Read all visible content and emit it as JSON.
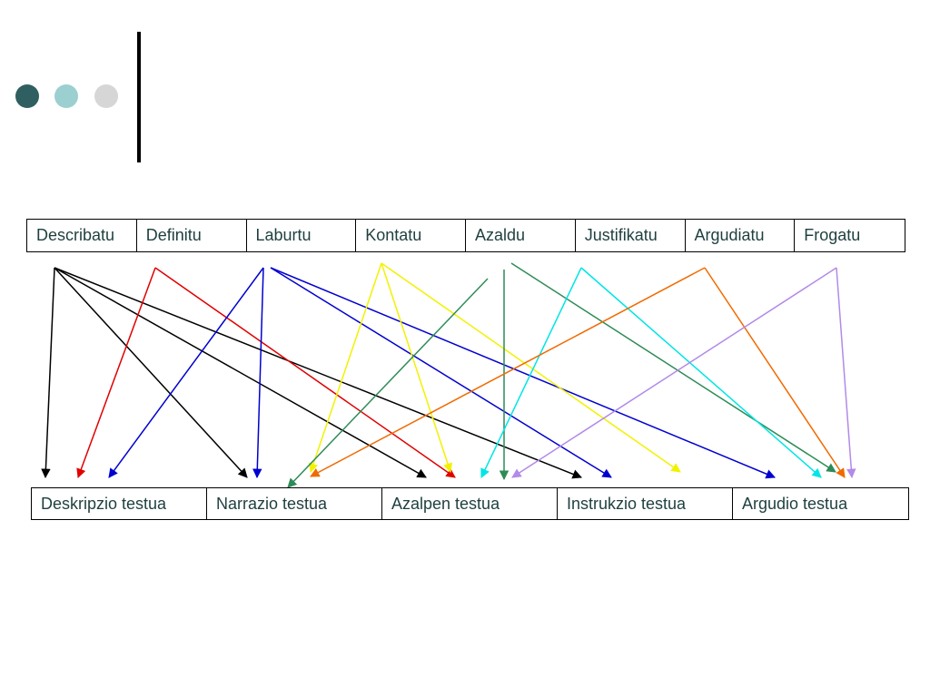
{
  "header_dots": [
    {
      "name": "dot-dark-teal",
      "color": "#2f5f60"
    },
    {
      "name": "dot-light-teal",
      "color": "#9ccfd0"
    },
    {
      "name": "dot-gray",
      "color": "#d6d6d6"
    }
  ],
  "verbs": [
    "Describatu",
    "Definitu",
    "Laburtu",
    "Kontatu",
    "Azaldu",
    "Justifikatu",
    "Argudiatu",
    "Frogatu"
  ],
  "text_types": [
    "Deskripzio testua",
    "Narrazio testua",
    "Azalpen testua",
    "Instrukzio testua",
    "Argudio testua"
  ],
  "colors": {
    "black": "#000000",
    "red": "#e00000",
    "blue": "#0000d0",
    "yellow": "#f2f200",
    "green": "#2e8b57",
    "cyan": "#00e5e5",
    "orange": "#f06a00",
    "lavender": "#b28ae8"
  },
  "connections": [
    {
      "from": "Describatu",
      "to": "Deskripzio testua",
      "color": "black"
    },
    {
      "from": "Describatu",
      "to": "Narrazio testua",
      "color": "black"
    },
    {
      "from": "Describatu",
      "to": "Azalpen testua",
      "color": "black"
    },
    {
      "from": "Describatu",
      "to": "Instrukzio testua",
      "color": "black"
    },
    {
      "from": "Definitu",
      "to": "Deskripzio testua",
      "color": "red"
    },
    {
      "from": "Definitu",
      "to": "Azalpen testua",
      "color": "red"
    },
    {
      "from": "Laburtu",
      "to": "Deskripzio testua",
      "color": "blue"
    },
    {
      "from": "Laburtu",
      "to": "Narrazio testua",
      "color": "blue"
    },
    {
      "from": "Laburtu",
      "to": "Instrukzio testua",
      "color": "blue"
    },
    {
      "from": "Laburtu",
      "to": "Argudio testua",
      "color": "blue"
    },
    {
      "from": "Kontatu",
      "to": "Narrazio testua",
      "color": "yellow"
    },
    {
      "from": "Kontatu",
      "to": "Azalpen testua",
      "color": "yellow"
    },
    {
      "from": "Kontatu",
      "to": "Instrukzio testua",
      "color": "yellow"
    },
    {
      "from": "Azaldu",
      "to": "Narrazio testua",
      "color": "green"
    },
    {
      "from": "Azaldu",
      "to": "Azalpen testua",
      "color": "green"
    },
    {
      "from": "Azaldu",
      "to": "Argudio testua",
      "color": "green"
    },
    {
      "from": "Justifikatu",
      "to": "Azalpen testua",
      "color": "cyan"
    },
    {
      "from": "Justifikatu",
      "to": "Argudio testua",
      "color": "cyan"
    },
    {
      "from": "Argudiatu",
      "to": "Narrazio testua",
      "color": "orange"
    },
    {
      "from": "Argudiatu",
      "to": "Argudio testua",
      "color": "orange"
    },
    {
      "from": "Frogatu",
      "to": "Azalpen testua",
      "color": "lavender"
    },
    {
      "from": "Frogatu",
      "to": "Argudio testua",
      "color": "lavender"
    }
  ]
}
